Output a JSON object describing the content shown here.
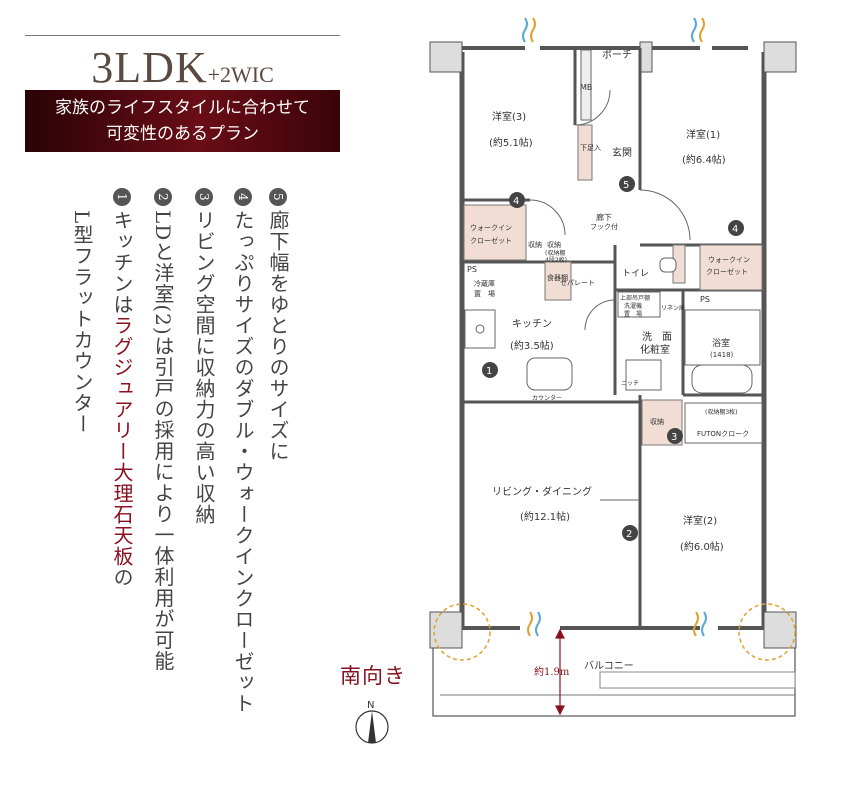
{
  "header": {
    "title_main": "3LDK",
    "title_sub": "+2WIC",
    "banner_line1": "家族のライフスタイルに合わせて",
    "banner_line2": "可変性のあるプラン"
  },
  "features": [
    {
      "num": "1",
      "text_a": "キッチンは",
      "text_hl": "ラグジュアリー大理石天板",
      "text_b": "の",
      "text2": "L型フラットカウンター"
    },
    {
      "num": "2",
      "text": "LDと洋室(2)は引戸の採用により一体利用が可能"
    },
    {
      "num": "3",
      "text": "リビング空間に収納力の高い収納"
    },
    {
      "num": "4",
      "text": "たっぷりサイズのダブル・ウォークインクローゼット"
    },
    {
      "num": "5",
      "text": "廊下幅をゆとりのサイズに"
    }
  ],
  "orientation": {
    "label": "南向き",
    "north": "N"
  },
  "floorplan": {
    "porch": "ポーチ",
    "mb": "MB",
    "room3_name": "洋室(3)",
    "room3_size": "(約5.1帖)",
    "room1_name": "洋室(1)",
    "room1_size": "(約6.4帖)",
    "shoebox": "下足入",
    "entrance": "玄関",
    "corridor": "廊下",
    "hook": "フック付",
    "wic_left_1": "ウォークイン",
    "wic_left_2": "クローゼット",
    "wic_right_1": "ウォークイン",
    "wic_right_2": "クローゼット",
    "storage": "収納",
    "storage_shelf": "収納",
    "storage_shelf2": "(収納棚",
    "storage_shelf3": "4段2枚)",
    "separate": "セパレート",
    "cabinet": "食器棚",
    "ps": "PS",
    "fridge1": "冷蔵庫",
    "fridge2": "置　場",
    "toilet": "トイレ",
    "upper_shelf": "上部吊戸棚",
    "washer1": "洗濯機",
    "washer2": "置　場",
    "linen": "リネン庫",
    "kitchen_name": "キッチン",
    "kitchen_size": "(約3.5帖)",
    "washroom1": "洗　面",
    "washroom2": "化粧室",
    "bath_name": "浴室",
    "bath_size": "(1418)",
    "niche": "ニッチ",
    "counter": "カウンター",
    "futon_shelf": "(収納棚3枚)",
    "futon": "FUTONクローク",
    "living_name": "リビング・ダイニング",
    "living_size": "(約12.1帖)",
    "room2_name": "洋室(2)",
    "room2_size": "(約6.0帖)",
    "balcony": "バルコニー",
    "balcony_depth": "約1.9m",
    "markers": [
      "4",
      "5",
      "4",
      "1",
      "3",
      "2"
    ]
  }
}
